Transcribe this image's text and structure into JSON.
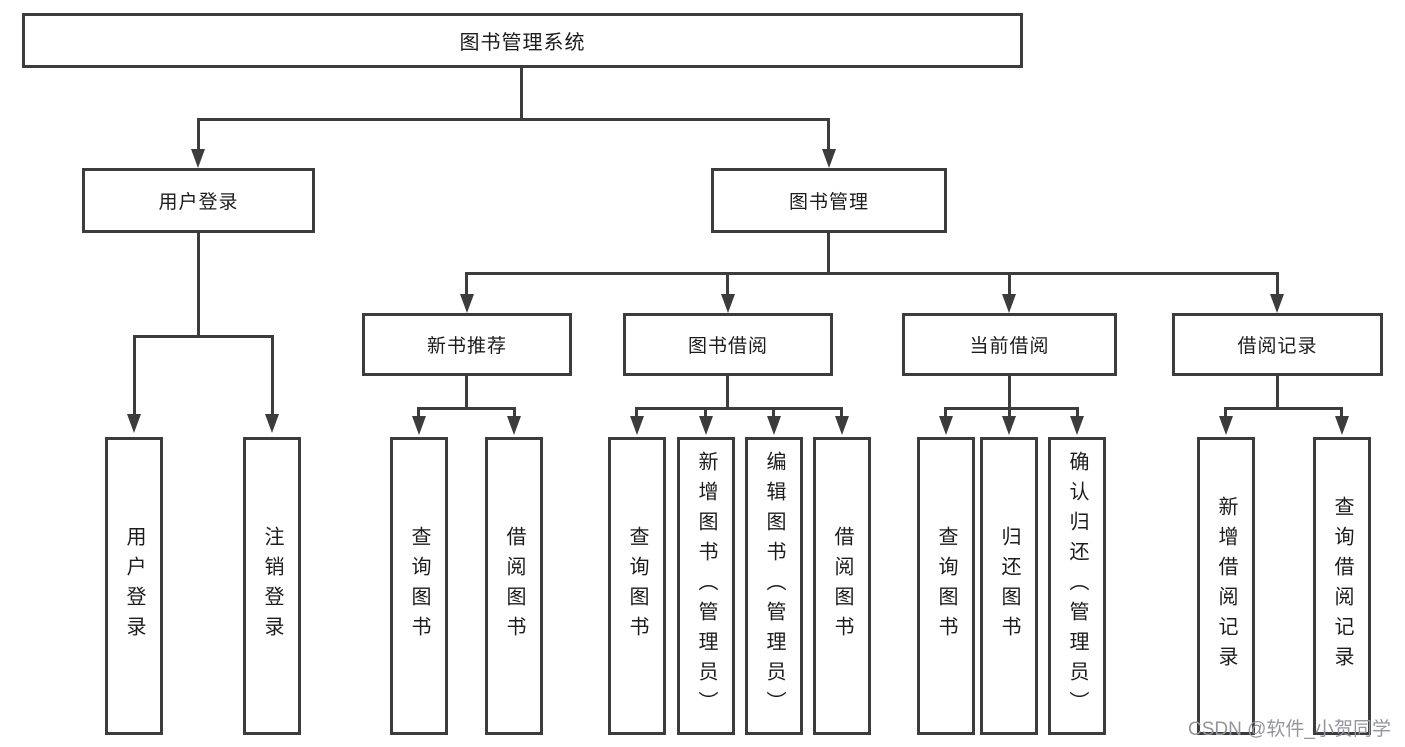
{
  "colors": {
    "line": "#3c3c3c",
    "text": "#1c1c1c",
    "background": "#ffffff",
    "watermark": "#95969c"
  },
  "watermark": {
    "text": "CSDN @软件_小贺同学"
  },
  "tree": {
    "label": "图书管理系统",
    "children": [
      {
        "label": "用户登录",
        "children": [
          {
            "label": "用户登录"
          },
          {
            "label": "注销登录"
          }
        ]
      },
      {
        "label": "图书管理",
        "children": [
          {
            "label": "新书推荐",
            "children": [
              {
                "label": "查询图书"
              },
              {
                "label": "借阅图书"
              }
            ]
          },
          {
            "label": "图书借阅",
            "children": [
              {
                "label": "查询图书"
              },
              {
                "label": "新增图书（管理员）"
              },
              {
                "label": "编辑图书（管理员）"
              },
              {
                "label": "借阅图书"
              }
            ]
          },
          {
            "label": "当前借阅",
            "children": [
              {
                "label": "查询图书"
              },
              {
                "label": "归还图书"
              },
              {
                "label": "确认归还（管理员）"
              }
            ]
          },
          {
            "label": "借阅记录",
            "children": [
              {
                "label": "新增借阅记录"
              },
              {
                "label": "查询借阅记录"
              }
            ]
          }
        ]
      }
    ]
  }
}
